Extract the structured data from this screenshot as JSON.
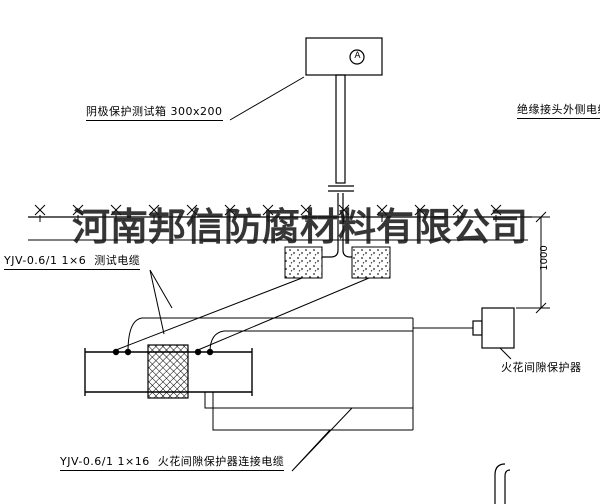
{
  "drawing": {
    "watermark": "河南邦信防腐材料有限公司",
    "labels": {
      "test_box": "阴极保护测试箱 300x200",
      "insulated_joint_cable": "绝缘接头外侧电缆",
      "test_cable": "YJV-0.6/1 1×6  测试电缆",
      "spark_gap_protector": "火花间隙保护器",
      "protector_cable": "YJV-0.6/1 1×16  火花间隙保护器连接电缆",
      "dimension_1000": "1000",
      "meter_a": "A"
    },
    "colors": {
      "line": "#000000",
      "background": "#ffffff",
      "watermark": "#141414"
    }
  }
}
